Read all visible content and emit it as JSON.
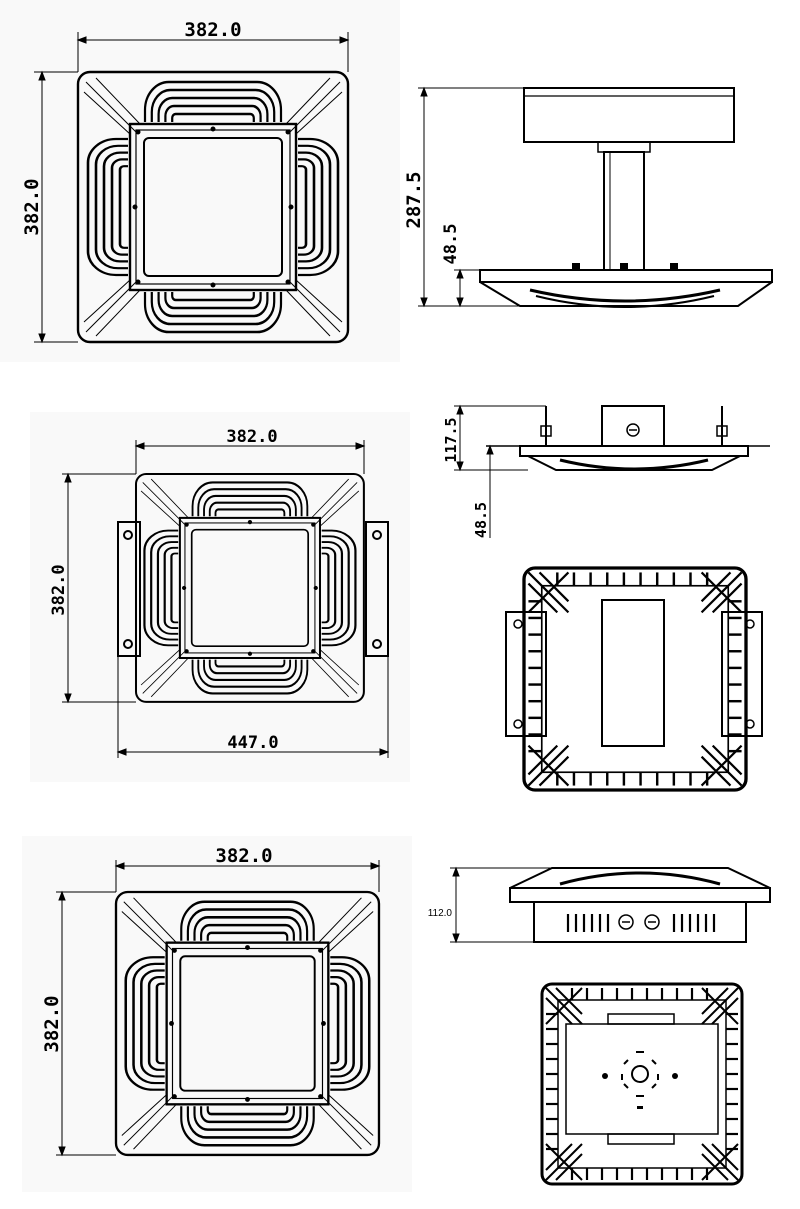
{
  "views": {
    "top": {
      "plan": {
        "width": "382.0",
        "depth": "382.0"
      },
      "side": {
        "height_total": "287.5",
        "height_housing": "48.5"
      }
    },
    "middle": {
      "plan": {
        "width": "382.0",
        "depth": "382.0",
        "bracket_width": "447.0"
      },
      "side": {
        "height_total": "117.5",
        "height_housing": "48.5"
      }
    },
    "bottom": {
      "plan": {
        "width": "382.0",
        "depth": "382.0"
      },
      "side": {
        "height_total": "112.0"
      }
    }
  }
}
